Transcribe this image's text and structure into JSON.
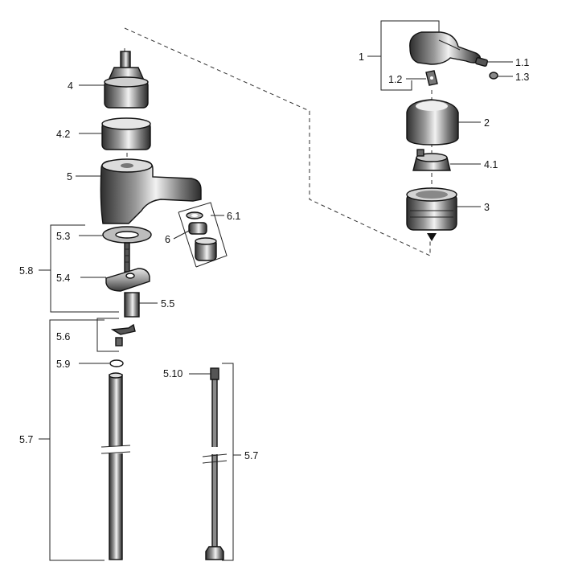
{
  "colors": {
    "ink": "#111111",
    "shade_dark": "#3a3a3a",
    "shade_mid": "#8c8c8c",
    "shade_light": "#d9d9d9",
    "background": "#ffffff"
  },
  "labels": {
    "l1": "1",
    "l1_1": "1.1",
    "l1_2": "1.2",
    "l1_3": "1.3",
    "l2": "2",
    "l3": "3",
    "l4": "4",
    "l4_1": "4.1",
    "l4_2": "4.2",
    "l5": "5",
    "l5_3": "5.3",
    "l5_4": "5.4",
    "l5_5": "5.5",
    "l5_6": "5.6",
    "l5_7_left": "5.7",
    "l5_7_right": "5.7",
    "l5_8": "5.8",
    "l5_9": "5.9",
    "l5_10": "5.10",
    "l6": "6",
    "l6_1": "6.1"
  }
}
